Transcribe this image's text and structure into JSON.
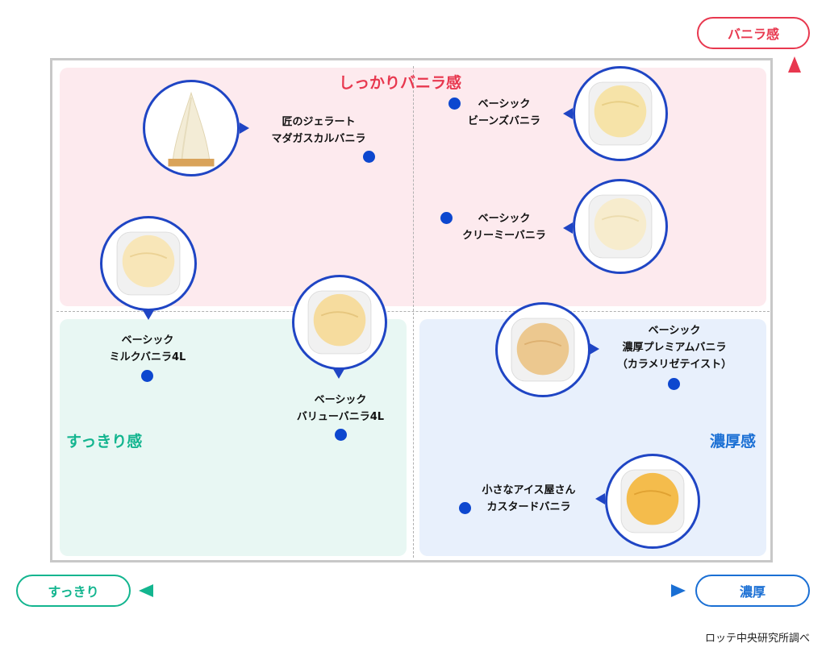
{
  "axes": {
    "y_positive": "バニラ感",
    "x_negative": "すっきり",
    "x_positive": "濃厚",
    "y_color": "#e8384f",
    "x_gradient": [
      "#13b58f",
      "#1a6fd4"
    ]
  },
  "quadrants": {
    "top": "しっかりバニラ感",
    "bottom_left": "すっきり感",
    "bottom_right": "濃厚感",
    "colors": {
      "top": "#e8384f",
      "bottom_left": "#13b58f",
      "bottom_right": "#1a6fd4"
    }
  },
  "products": [
    {
      "lines": [
        "匠のジェラート",
        "マダガスカルバニラ"
      ],
      "image": "soft-serve-cone",
      "tone": "#f3ecd6"
    },
    {
      "lines": [
        "ベーシック",
        "ビーンズバニラ"
      ],
      "image": "vanilla-scoop-icon",
      "tone": "#f6e3a8"
    },
    {
      "lines": [
        "ベーシック",
        "クリーミーバニラ"
      ],
      "image": "vanilla-scoop-icon",
      "tone": "#f7eccd"
    },
    {
      "lines": [
        "ベーシック",
        "ミルクバニラ4L"
      ],
      "image": "vanilla-scoop-icon",
      "tone": "#f8e6b8"
    },
    {
      "lines": [
        "ベーシック",
        "バリューバニラ4L"
      ],
      "image": "vanilla-scoop-icon",
      "tone": "#f6dc9e"
    },
    {
      "lines": [
        "ベーシック",
        "濃厚プレミアムバニラ",
        "（カラメリゼテイスト）"
      ],
      "image": "caramel-scoop-icon",
      "tone": "#ecc88f"
    },
    {
      "lines": [
        "小さなアイス屋さん",
        "カスタードバニラ"
      ],
      "image": "custard-scoop-icon",
      "tone": "#f4bc4c"
    }
  ],
  "source": "ロッテ中央研究所調べ"
}
